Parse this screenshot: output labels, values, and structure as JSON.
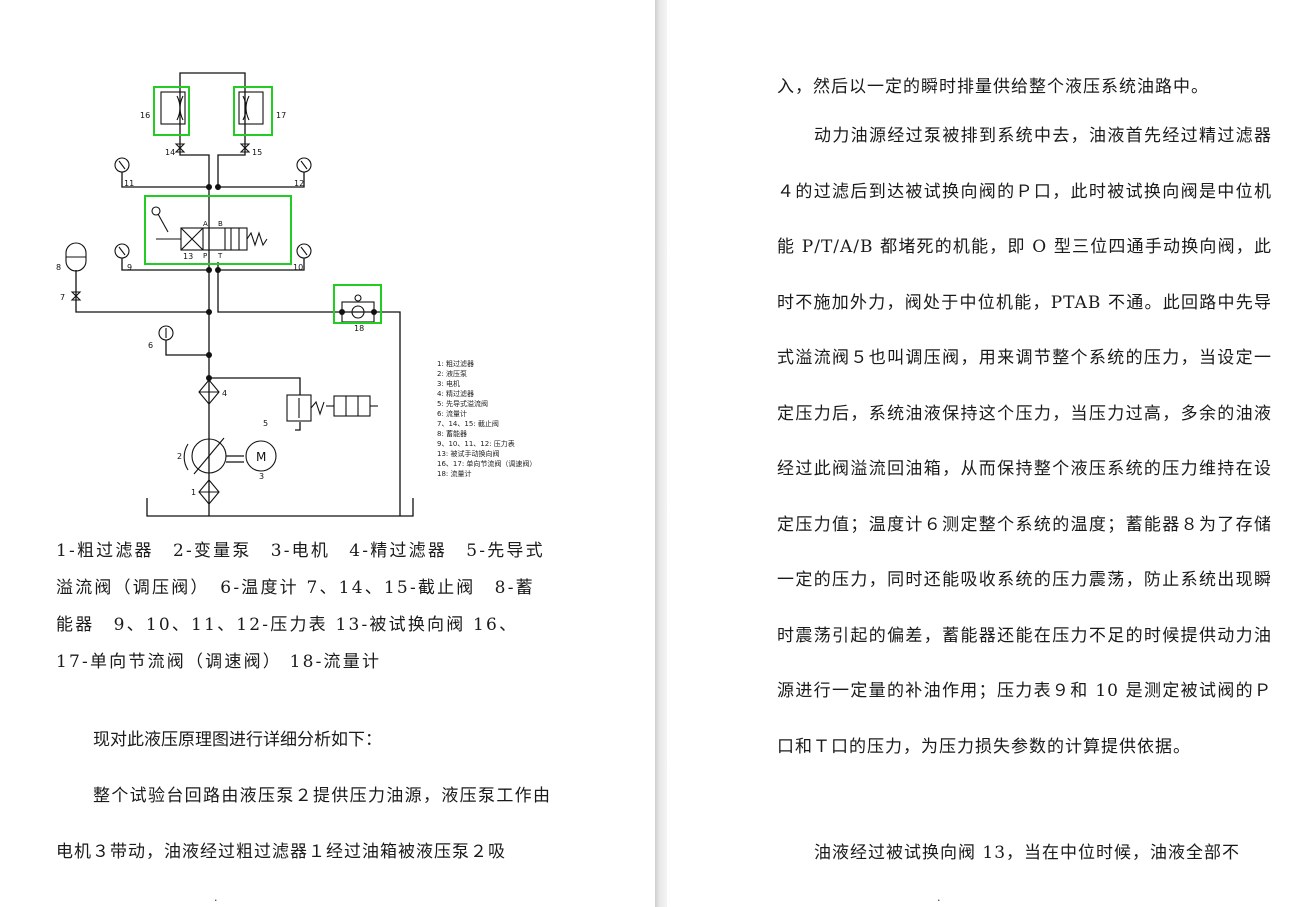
{
  "diagram": {
    "labels": {
      "n1": "1",
      "n2": "2",
      "n3": "3",
      "n4": "4",
      "n5": "5",
      "n6": "6",
      "n7": "7",
      "n8": "8",
      "n9": "9",
      "n10": "10",
      "n11": "11",
      "n12": "12",
      "n13": "13",
      "n14": "14",
      "n15": "15",
      "n16": "16",
      "n17": "17",
      "n18": "18",
      "port_a": "A",
      "port_b": "B",
      "port_p": "P",
      "port_t": "T",
      "motor": "M"
    },
    "legend": [
      "1: 粗过滤器",
      "2: 液压泵",
      "3: 电机",
      "4: 精过滤器",
      "5: 先导式溢流阀",
      "6: 流量计",
      "7、14、15: 截止阀",
      "8: 蓄能器",
      "9、10、11、12: 压力表",
      "13: 被试手动换向阀",
      "16、17: 单向节流阀（调速阀）",
      "18: 流量计"
    ],
    "highlight_color": "#22cc22"
  },
  "left_page": {
    "caption": "1-粗过滤器　2-变量泵　3-电机　4-精过滤器　5-先导式溢流阀（调压阀）　6-温度计 7、14、15-截止阀　8-蓄能器　9、10、11、12-压力表 13-被试换向阀 16、17-单向节流阀（调速阀） 18-流量计",
    "para1": "现对此液压原理图进行详细分析如下：",
    "para2": "整个试验台回路由液压泵２提供压力油源，液压泵工作由电机３带动，油液经过粗过滤器１经过油箱被液压泵２吸"
  },
  "right_page": {
    "para1": "入，然后以一定的瞬时排量供给整个液压系统油路中。",
    "para2": "动力油源经过泵被排到系统中去，油液首先经过精过滤器４的过滤后到达被试换向阀的Ｐ口，此时被试换向阀是中位机能 P/T/A/B 都堵死的机能，即 O 型三位四通手动换向阀，此时不施加外力，阀处于中位机能，PTAB 不通。此回路中先导式溢流阀５也叫调压阀，用来调节整个系统的压力，当设定一定压力后，系统油液保持这个压力，当压力过高，多余的油液经过此阀溢流回油箱，从而保持整个液压系统的压力维持在设定压力值；温度计６测定整个系统的温度；蓄能器８为了存储一定的压力，同时还能吸收系统的压力震荡，防止系统出现瞬时震荡引起的偏差，蓄能器还能在压力不足的时候提供动力油源进行一定量的补油作用；压力表９和 10 是测定被试阀的Ｐ口和Ｔ口的压力，为压力损失参数的计算提供依据。",
    "para3": "油液经过被试换向阀 13，当在中位时候，油液全部不"
  }
}
